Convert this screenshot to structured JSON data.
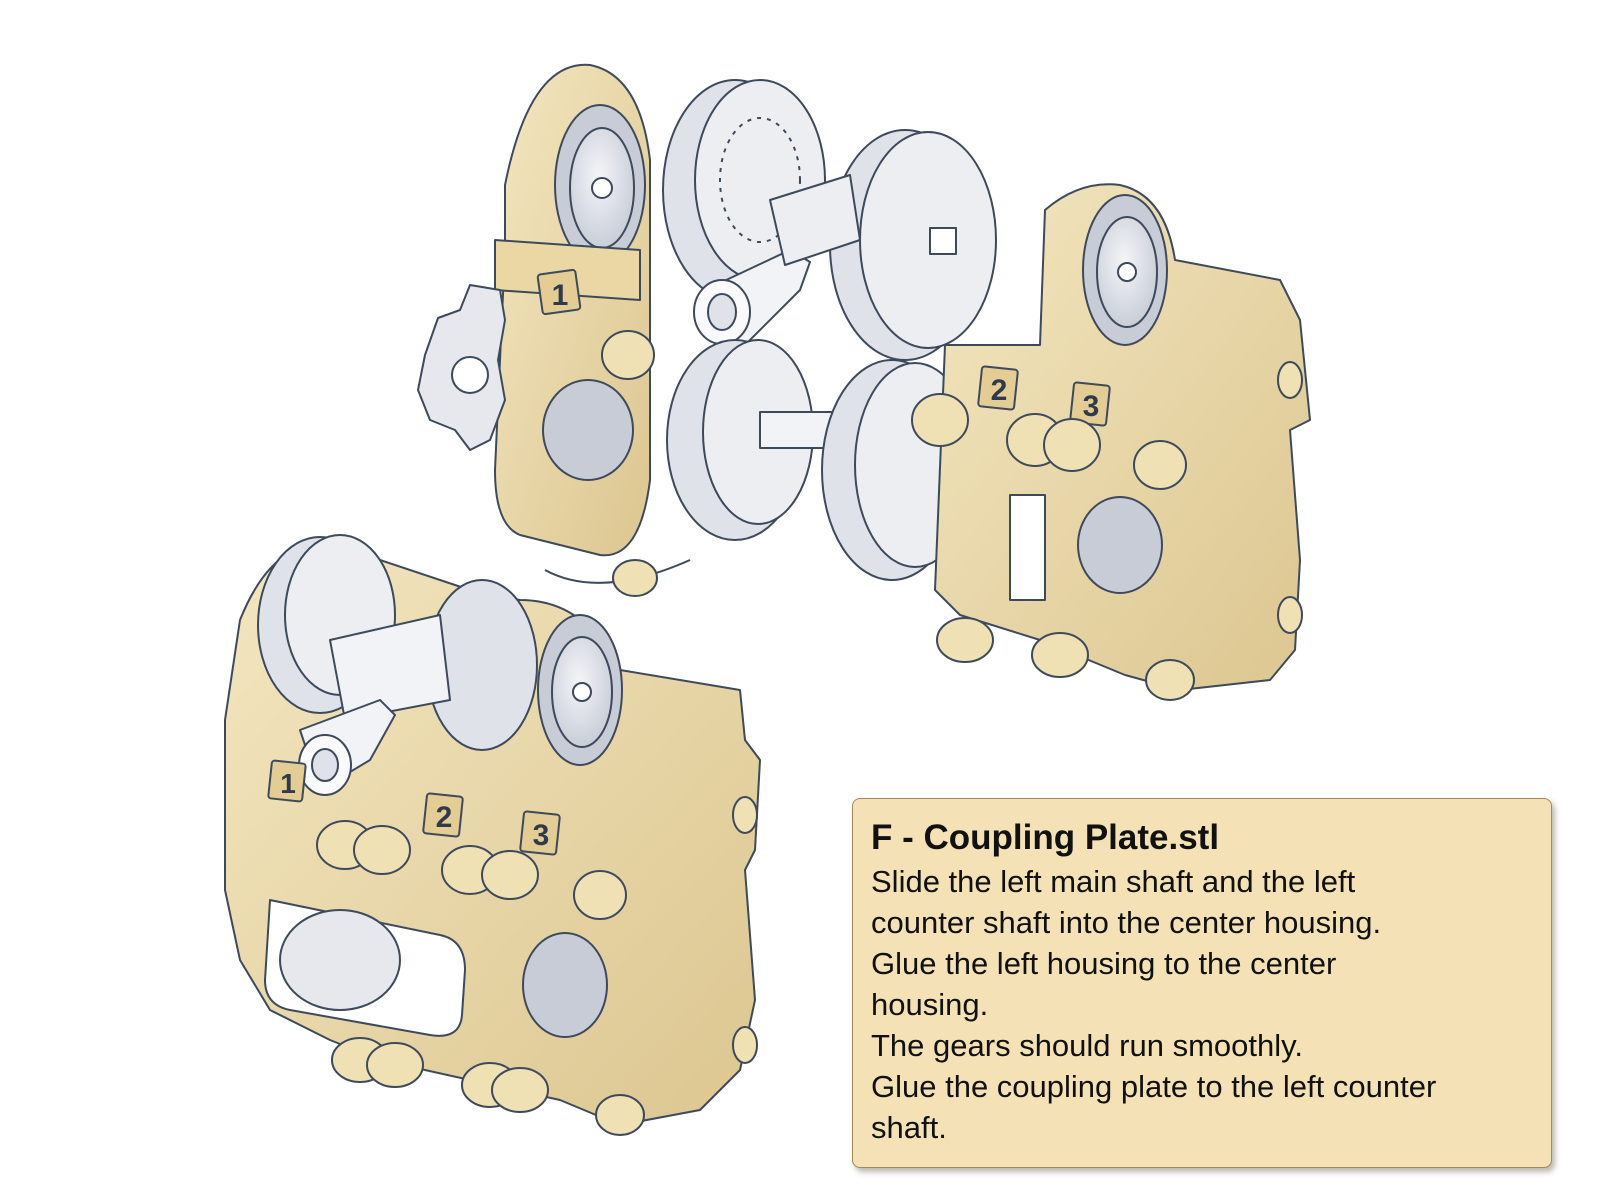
{
  "instruction_card": {
    "title": "F - Coupling Plate.stl",
    "lines": [
      "Slide the left main shaft and the left",
      "counter shaft into the center housing.",
      "Glue the left housing to the center",
      "housing.",
      "The gears should run smoothly.",
      "Glue the coupling plate to the left counter",
      "shaft."
    ]
  },
  "part_labels": {
    "upper": [
      "1",
      "2",
      "3"
    ],
    "lower": [
      "1",
      "2",
      "3"
    ]
  },
  "colors": {
    "housing_fill": "#ecdcb0",
    "housing_shadow": "#d6c08c",
    "outline": "#3d4a5c",
    "gear_fill": "#e2e4ea",
    "gear_shadow": "#b9bec8",
    "shaft_fill": "#eeeff3",
    "card_fill": "#f4e2b6"
  }
}
